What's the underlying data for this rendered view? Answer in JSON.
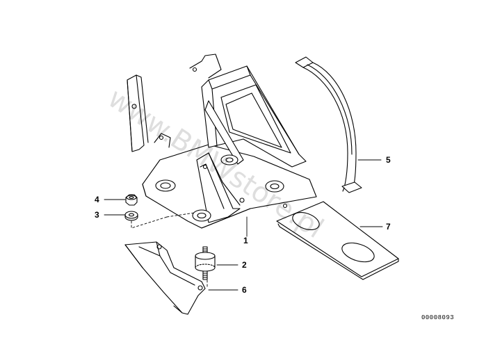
{
  "diagram": {
    "callouts": {
      "c1": "1",
      "c2": "2",
      "c3": "3",
      "c4": "4",
      "c5": "5",
      "c6": "6",
      "c7": "7"
    },
    "drawing_code": "00008093",
    "watermark": "www.BMWstore.pl"
  }
}
